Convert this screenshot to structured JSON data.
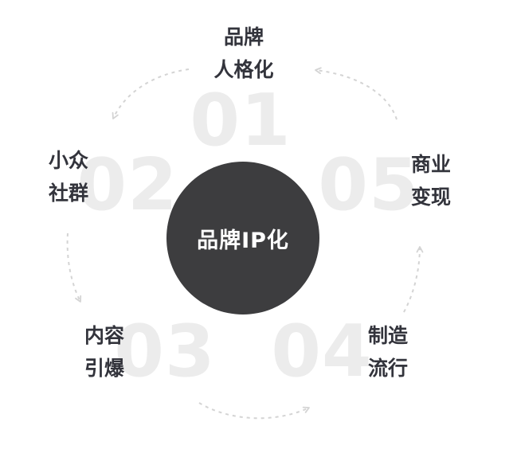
{
  "center": {
    "label": "品牌IP化"
  },
  "steps": [
    {
      "number": "01",
      "lines": [
        "品牌",
        "人格化"
      ]
    },
    {
      "number": "02",
      "lines": [
        "小众",
        "社群"
      ]
    },
    {
      "number": "03",
      "lines": [
        "内容",
        "引爆"
      ]
    },
    {
      "number": "04",
      "lines": [
        "制造",
        "流行"
      ]
    },
    {
      "number": "05",
      "lines": [
        "商业",
        "变现"
      ]
    }
  ],
  "colors": {
    "background": "#ffffff",
    "circle": "#3d3d3f",
    "number": "#ececec",
    "label": "#33343c",
    "arrow": "#d4d4d4"
  }
}
